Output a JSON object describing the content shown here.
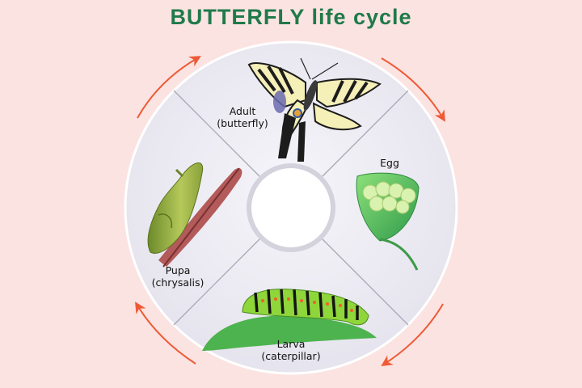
{
  "title": "BUTTERFLY life cycle",
  "colors": {
    "background": "#fbe3e1",
    "title": "#1f7a4a",
    "arrow": "#ee5a36",
    "disc": "#ecebf3"
  },
  "stages": [
    {
      "id": "adult",
      "line1": "Adult",
      "line2": "(butterfly)",
      "icon": "butterfly-icon"
    },
    {
      "id": "egg",
      "line1": "Egg",
      "line2": "",
      "icon": "eggs-on-leaf-icon"
    },
    {
      "id": "larva",
      "line1": "Larva",
      "line2": "(caterpillar)",
      "icon": "caterpillar-icon"
    },
    {
      "id": "pupa",
      "line1": "Pupa",
      "line2": "(chrysalis)",
      "icon": "chrysalis-icon"
    }
  ]
}
